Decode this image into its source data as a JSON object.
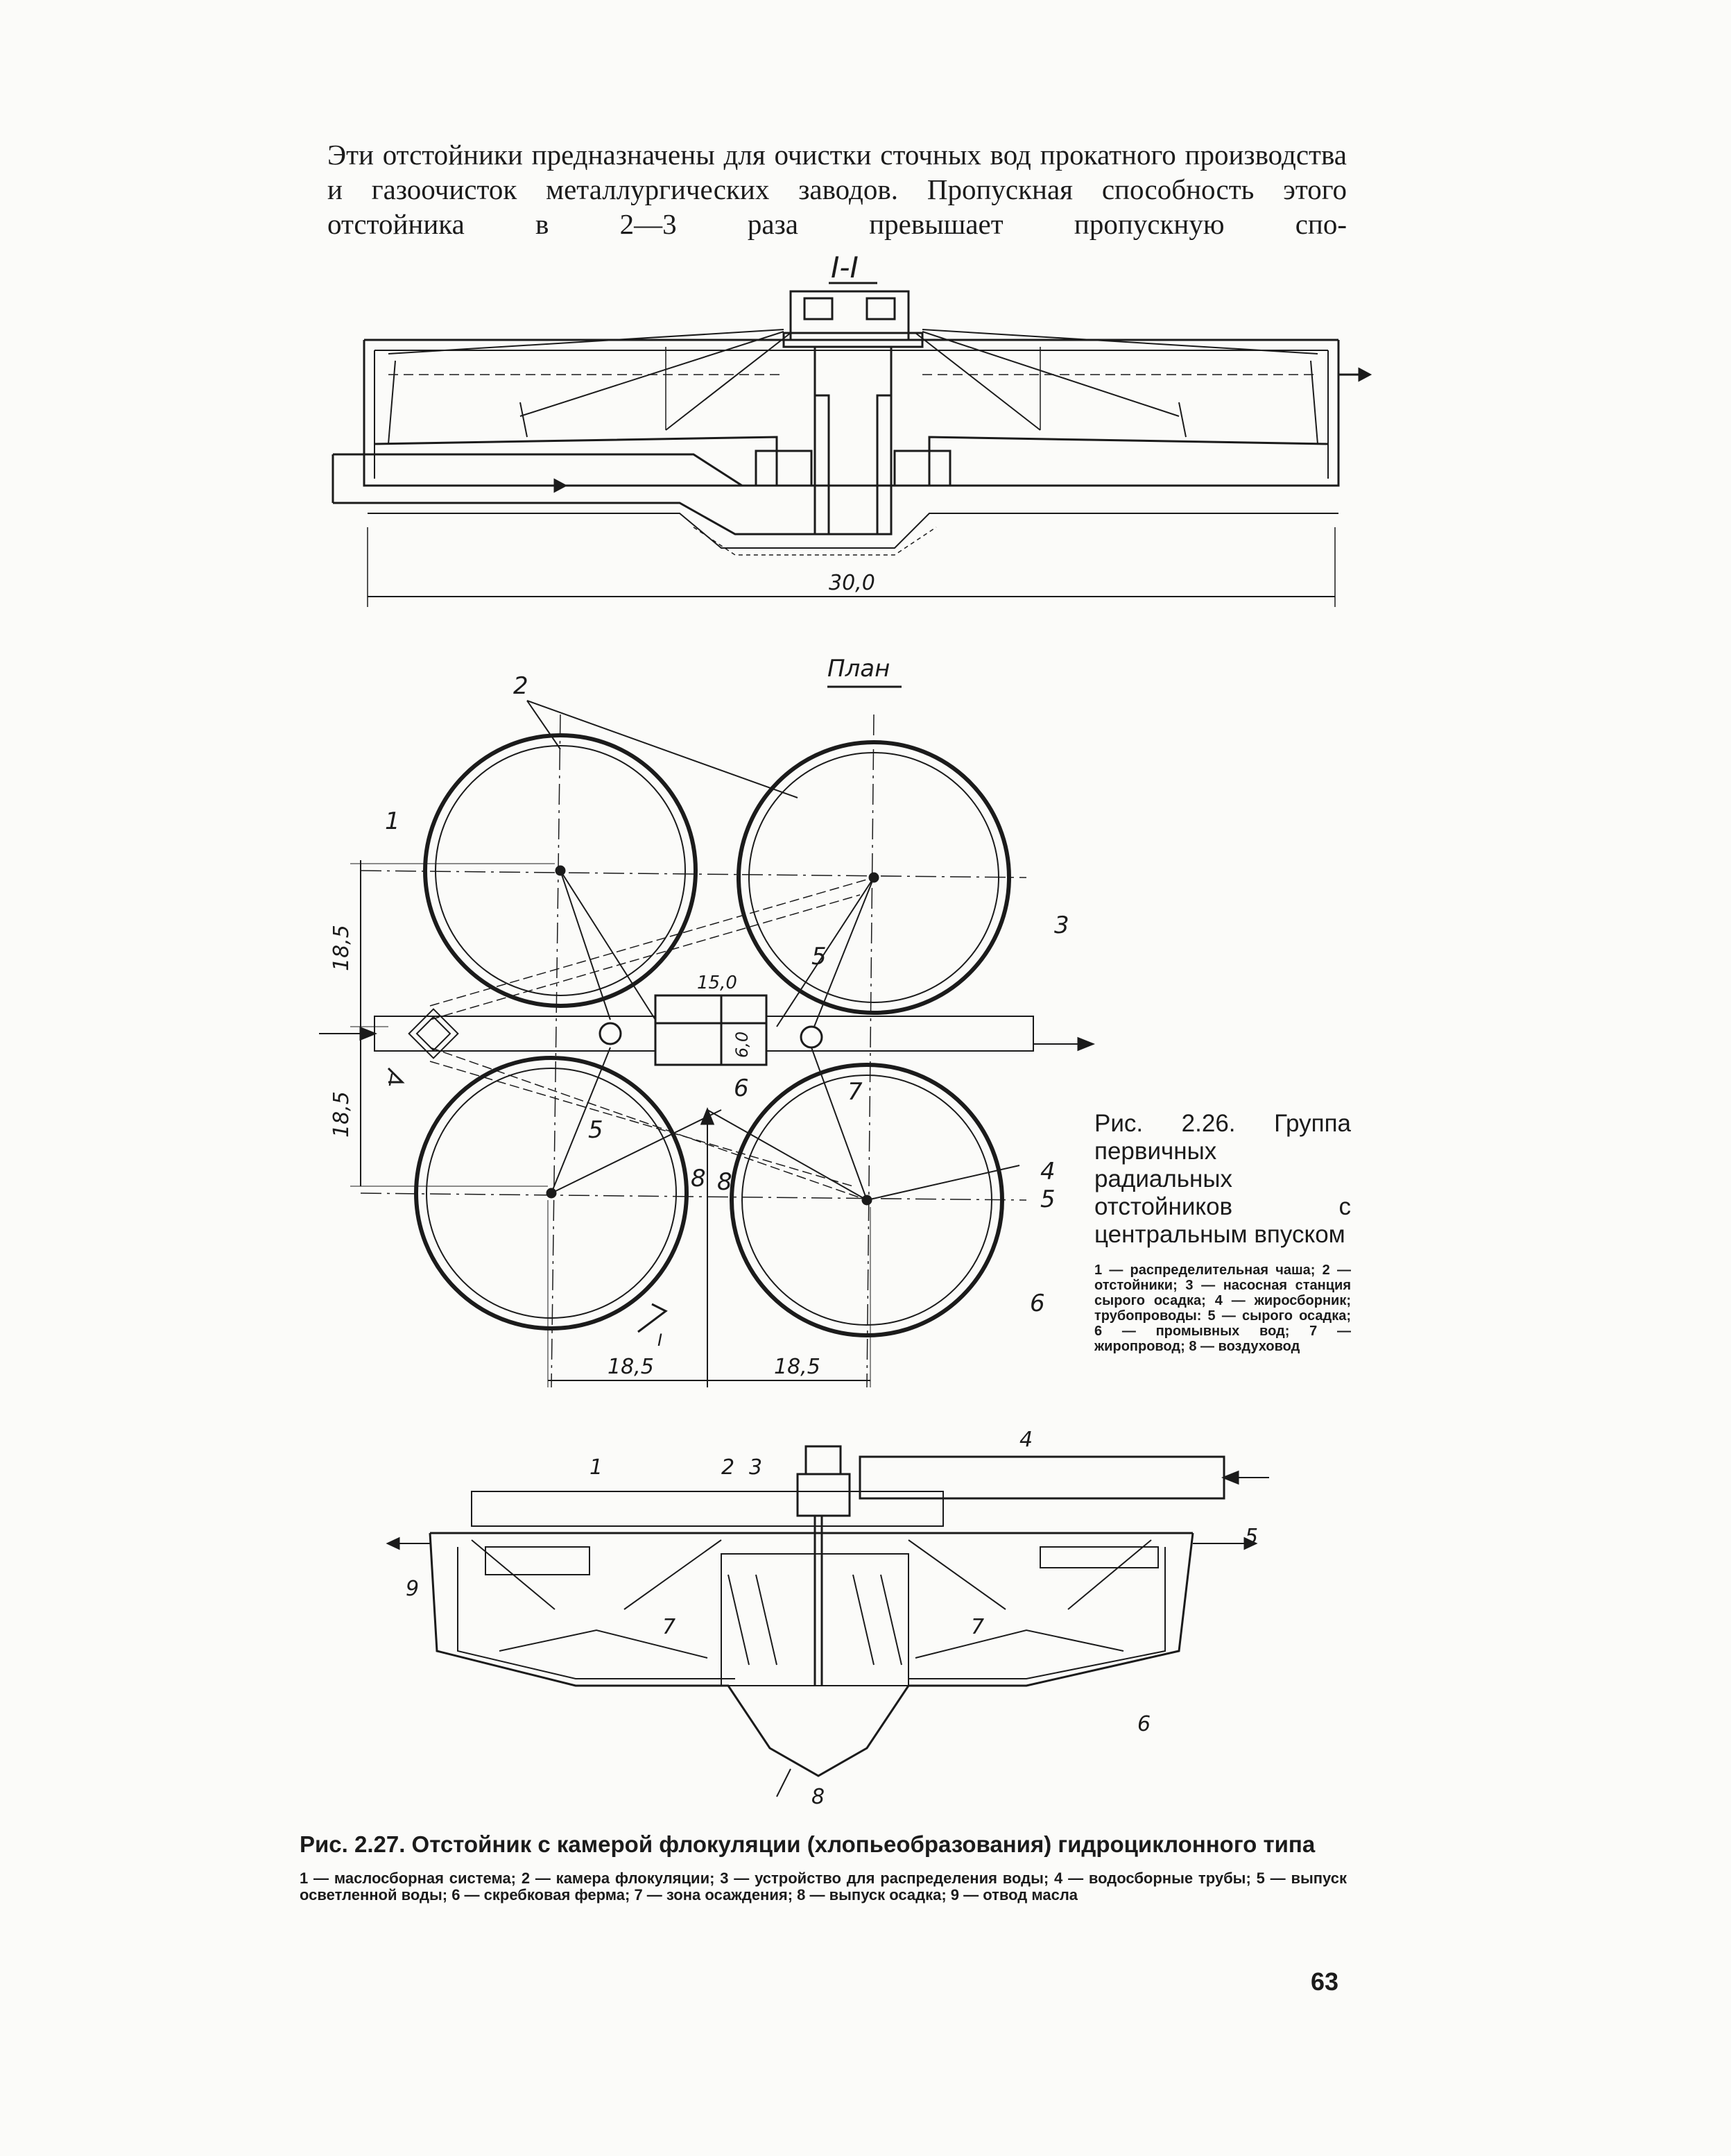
{
  "paragraph": "Эти отстойники предназначены для очистки сточных вод прокатного производства и газоочисток металлургических заводов. Пропускная способность этого отстойника в 2—3 раза превышает пропускную спо-",
  "fig1": {
    "section_label": "I-I",
    "dimension": "30,0"
  },
  "fig2": {
    "plan_label": "План",
    "dim_left_top": "18,5",
    "dim_left_bottom": "18,5",
    "dim_bottom_left": "18,5",
    "dim_bottom_right": "18,5",
    "dim_box_width": "15,0",
    "dim_box_height": "6,0",
    "section_mark": "I",
    "labels": {
      "l1": "1",
      "l2": "2",
      "l3": "3",
      "l4": "4",
      "l5a": "5",
      "l5b": "5",
      "l5c": "5",
      "l6a": "6",
      "l6b": "6",
      "l7": "7",
      "l8a": "8",
      "l8b": "8"
    }
  },
  "caption26": {
    "title": "Рис. 2.26. Группа первичных радиальных отстойников с центральным впуском",
    "legend": "1 — распределительная чаша; 2 — отстойники; 3 — насосная станция сырого осадка; 4 — жиросборник; трубопроводы: 5 — сырого осадка; 6 — промывных вод; 7 — жиропровод; 8 — воздуховод"
  },
  "fig3": {
    "labels": {
      "l1": "1",
      "l2": "2",
      "l3": "3",
      "l4": "4",
      "l5": "5",
      "l6": "6",
      "l7a": "7",
      "l7b": "7",
      "l8": "8",
      "l9": "9"
    }
  },
  "caption27": {
    "title": "Рис. 2.27. Отстойник с камерой флокуляции (хлопьеобразования) гидроциклонного типа",
    "legend": "1 — маслосборная система; 2 — камера флокуляции; 3 — устройство для распределения воды; 4 — водосборные трубы; 5 — выпуск осветленной воды; 6 — скребковая ферма; 7 — зона осаждения; 8 — выпуск осадка; 9 — отвод масла"
  },
  "page_number": "63"
}
